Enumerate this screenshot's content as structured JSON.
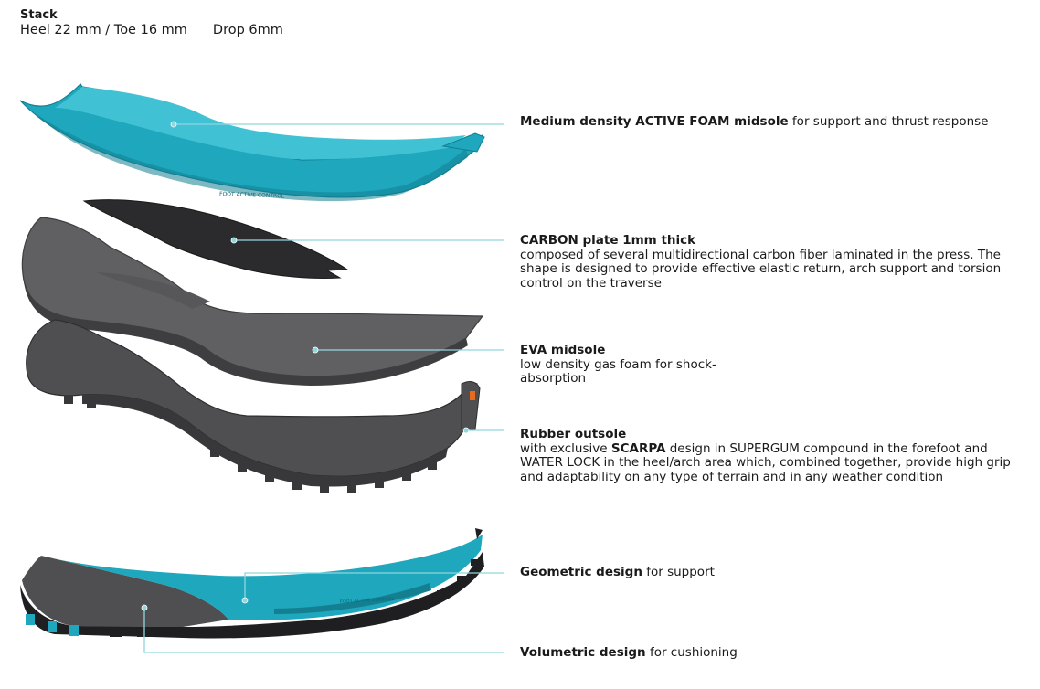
{
  "stack": {
    "heading": "Stack",
    "heel_toe": "Heel 22 mm / Toe 16 mm",
    "drop": "Drop 6mm"
  },
  "layers": [
    {
      "title": "Medium density ACTIVE FOAM midsole",
      "rest": " for support and thrust response",
      "body": ""
    },
    {
      "title": "CARBON plate 1mm thick",
      "rest": "",
      "body": "composed of several multidirectional carbon fiber laminated in the press. The shape is designed to provide effective elastic return, arch support and torsion control on the traverse"
    },
    {
      "title": "EVA midsole",
      "rest": "",
      "body": "low density gas foam for shock-absorption"
    },
    {
      "title": "Rubber outsole",
      "rest": "",
      "body_pre": "with exclusive ",
      "body_brand": "SCARPA",
      "body_post": " design in SUPERGUM compound in the forefoot and WATER LOCK in the heel/arch area which, combined together, provide high grip and adaptability on any type of terrain and in any weather condition"
    },
    {
      "title": "Geometric design",
      "rest": " for support",
      "body": ""
    },
    {
      "title": "Volumetric design",
      "rest": " for cushioning",
      "body": ""
    }
  ],
  "sole_texts": {
    "midsole_print": "FOOT ACTIVE CONTROL",
    "side_print": "FOOT ACTIVE CONTROL"
  },
  "colors": {
    "teal": "#1ea7bd",
    "teal_light": "#41c2d4",
    "teal_dark": "#137f91",
    "carbon": "#2b2b2d",
    "eva": "#606062",
    "eva_dark": "#3e3e40",
    "rubber": "#4f4f51",
    "leader": "#8fd6de"
  }
}
